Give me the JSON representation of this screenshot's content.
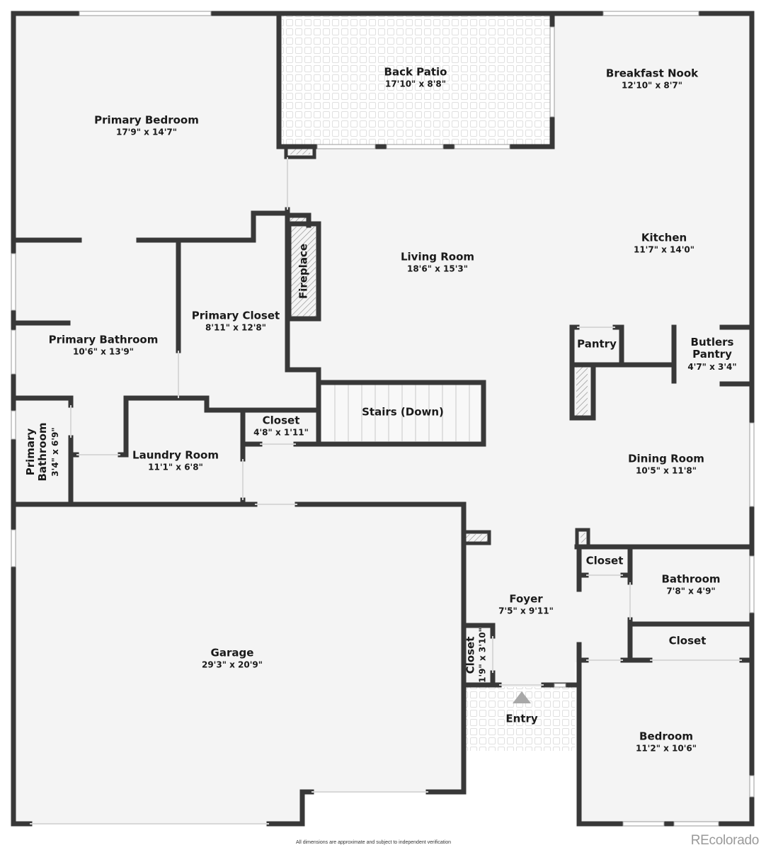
{
  "colors": {
    "wall": "#383838",
    "floor": "#f4f4f4",
    "background": "#ffffff",
    "window": "#ffffff",
    "patio_tile": "#e2e2e2",
    "hatch": "#8a8a8a",
    "entry_arrow": "#a8a8a8",
    "brand": "#9a9a9a"
  },
  "rooms": [
    {
      "id": "primary-bedroom",
      "name": "Primary Bedroom",
      "dim": "17'9\" x 14'7\""
    },
    {
      "id": "back-patio",
      "name": "Back Patio",
      "dim": "17'10\" x 8'8\""
    },
    {
      "id": "breakfast-nook",
      "name": "Breakfast Nook",
      "dim": "12'10\" x 8'7\""
    },
    {
      "id": "kitchen",
      "name": "Kitchen",
      "dim": "11'7\" x 14'0\""
    },
    {
      "id": "living-room",
      "name": "Living Room",
      "dim": "18'6\" x 15'3\""
    },
    {
      "id": "fireplace",
      "name": "Fireplace",
      "dim": ""
    },
    {
      "id": "primary-closet",
      "name": "Primary Closet",
      "dim": "8'11\" x 12'8\""
    },
    {
      "id": "primary-bathroom",
      "name": "Primary Bathroom",
      "dim": "10'6\" x 13'9\""
    },
    {
      "id": "pantry",
      "name": "Pantry",
      "dim": ""
    },
    {
      "id": "butlers-pantry",
      "name": "Butlers Pantry",
      "dim": "4'7\" x 3'4\""
    },
    {
      "id": "stairs",
      "name": "Stairs (Down)",
      "dim": ""
    },
    {
      "id": "closet-hall",
      "name": "Closet",
      "dim": "4'8\" x 1'11\""
    },
    {
      "id": "laundry-room",
      "name": "Laundry Room",
      "dim": "11'1\" x 6'8\""
    },
    {
      "id": "primary-bathroom-2",
      "name": "Primary Bathroom",
      "dim": "3'4\" x 6'9\""
    },
    {
      "id": "dining-room",
      "name": "Dining Room",
      "dim": "10'5\" x 11'8\""
    },
    {
      "id": "garage",
      "name": "Garage",
      "dim": "29'3\" x 20'9\""
    },
    {
      "id": "closet-foyer-right",
      "name": "Closet",
      "dim": ""
    },
    {
      "id": "bathroom",
      "name": "Bathroom",
      "dim": "7'8\" x 4'9\""
    },
    {
      "id": "foyer",
      "name": "Foyer",
      "dim": "7'5\" x 9'11\""
    },
    {
      "id": "closet-bedroom",
      "name": "Closet",
      "dim": ""
    },
    {
      "id": "closet-foyer-left",
      "name": "Closet",
      "dim": "1'9\" x 3'10\""
    },
    {
      "id": "entry",
      "name": "Entry",
      "dim": ""
    },
    {
      "id": "bedroom",
      "name": "Bedroom",
      "dim": "11'2\" x 10'6\""
    }
  ],
  "footer": {
    "disclaimer": "All dimensions are approximate and subject to independent verification",
    "brand": "REcolorado"
  }
}
